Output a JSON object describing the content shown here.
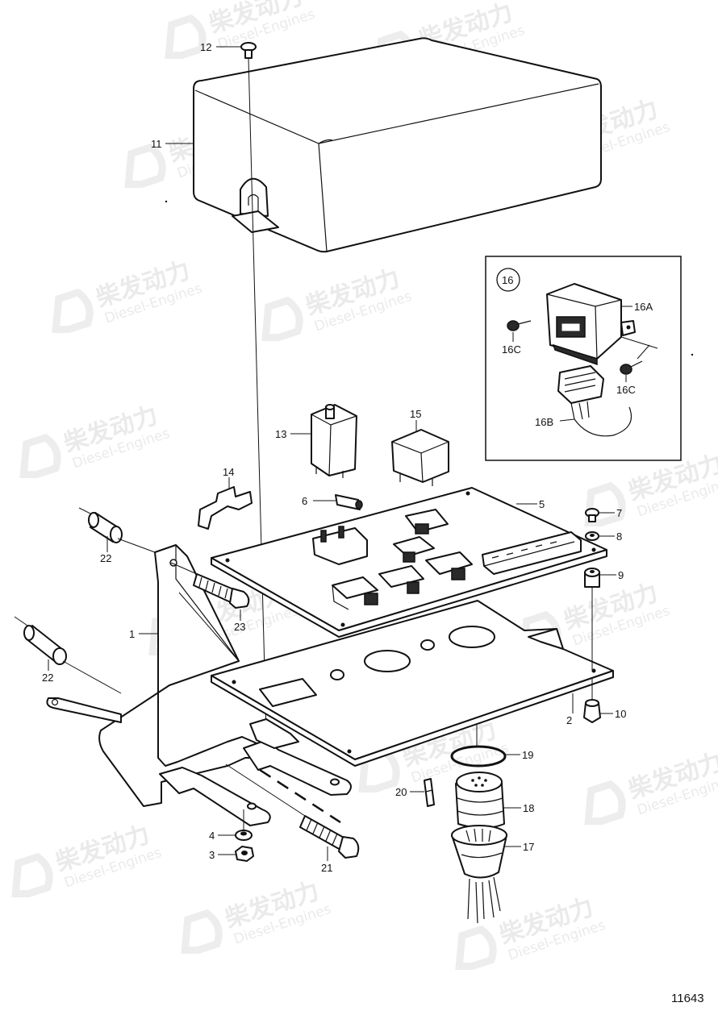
{
  "watermark": {
    "brand": "柴发动力",
    "sub": "Diesel-Engines"
  },
  "figure_number": "11643",
  "inset_callout": "16",
  "labels": {
    "p1": "1",
    "p2": "2",
    "p3": "3",
    "p4": "4",
    "p5": "5",
    "p6": "6",
    "p7": "7",
    "p8": "8",
    "p9": "9",
    "p10": "10",
    "p11": "11",
    "p12": "12",
    "p13": "13",
    "p14": "14",
    "p15": "15",
    "p16A": "16A",
    "p16B": "16B",
    "p16C_left": "16C",
    "p16C_right": "16C",
    "p17": "17",
    "p18": "18",
    "p19": "19",
    "p20": "20",
    "p21": "21",
    "p22_top": "22",
    "p22_bottom": "22",
    "p23": "23"
  }
}
